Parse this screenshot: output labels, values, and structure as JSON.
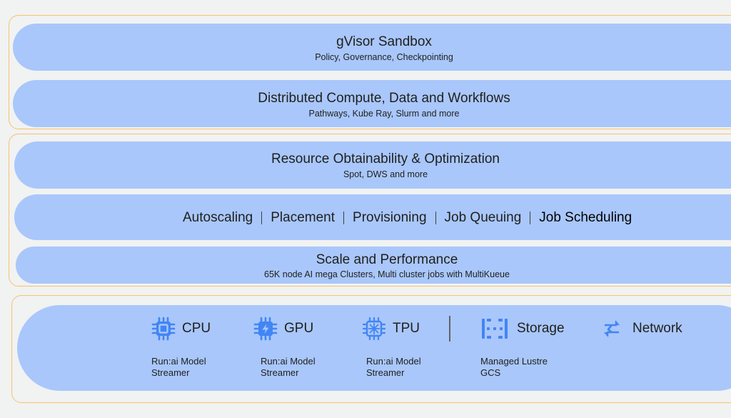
{
  "layers": {
    "gvisor": {
      "title": "gVisor Sandbox",
      "subtitle": "Policy, Governance, Checkpointing"
    },
    "distributed": {
      "title": "Distributed Compute, Data and Workflows",
      "subtitle": "Pathways, Kube Ray, Slurm and more"
    },
    "resource": {
      "title": "Resource Obtainability & Optimization",
      "subtitle": "Spot, DWS and more"
    },
    "scheduling": {
      "items": [
        "Autoscaling",
        "Placement",
        "Provisioning",
        "Job Queuing",
        "Job Scheduling"
      ]
    },
    "scale": {
      "title": "Scale and Performance",
      "subtitle": "65K node AI mega Clusters, Multi cluster jobs with MultiKueue"
    }
  },
  "infrastructure": {
    "cpu": {
      "label": "CPU",
      "icon": "cpu-chip-icon",
      "sub": [
        "Run:ai Model",
        "Streamer"
      ]
    },
    "gpu": {
      "label": "GPU",
      "icon": "gpu-chip-icon",
      "sub": [
        "Run:ai Model",
        "Streamer"
      ]
    },
    "tpu": {
      "label": "TPU",
      "icon": "tpu-chip-icon",
      "sub": [
        "Run:ai Model",
        "Streamer"
      ]
    },
    "storage": {
      "label": "Storage",
      "icon": "storage-icon",
      "sub": [
        "Managed Lustre",
        "GCS"
      ]
    },
    "network": {
      "label": "Network",
      "icon": "network-icon"
    }
  },
  "colors": {
    "band": "#a9c7fa",
    "frame": "#f6c26b",
    "icon": "#4285f4",
    "background": "#f1f2f2"
  }
}
